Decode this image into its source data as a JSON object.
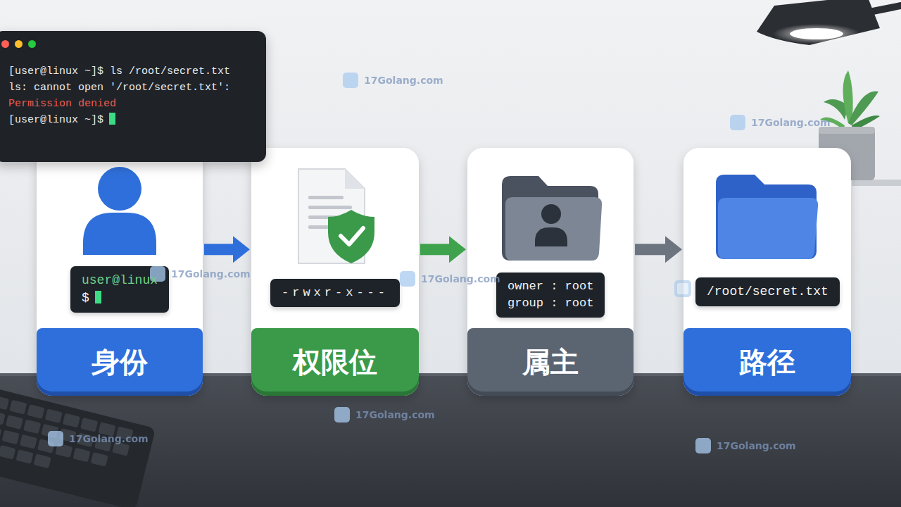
{
  "diagram": {
    "nodes": [
      {
        "text": [
          "[user@linux ~]$ ls /root/secret.txt",
          "ls: cannot open '/root/secret.txt':",
          "Permission denied",
          "[user@linux ~]$"
        ]
      },
      {
        "text": [
          "user@linux",
          "$",
          "身份"
        ]
      },
      {
        "text": [
          "-rwxr-x---",
          "权限位"
        ]
      },
      {
        "text": [
          "owner : root",
          "group : root",
          "属主"
        ]
      },
      {
        "text": [
          "/root/secret.txt",
          "路径"
        ]
      }
    ],
    "edges": [
      {
        "from": 1,
        "to": 2,
        "arrow": "to"
      },
      {
        "from": 2,
        "to": 3,
        "arrow": "to"
      },
      {
        "from": 3,
        "to": 4,
        "arrow": "to"
      }
    ],
    "labels": [
      "17Golang.com",
      "17Golang.com",
      "17Golang.com",
      "17Golang.com",
      "17Golang.com",
      "17Golang.com",
      "17Golang.com"
    ]
  }
}
